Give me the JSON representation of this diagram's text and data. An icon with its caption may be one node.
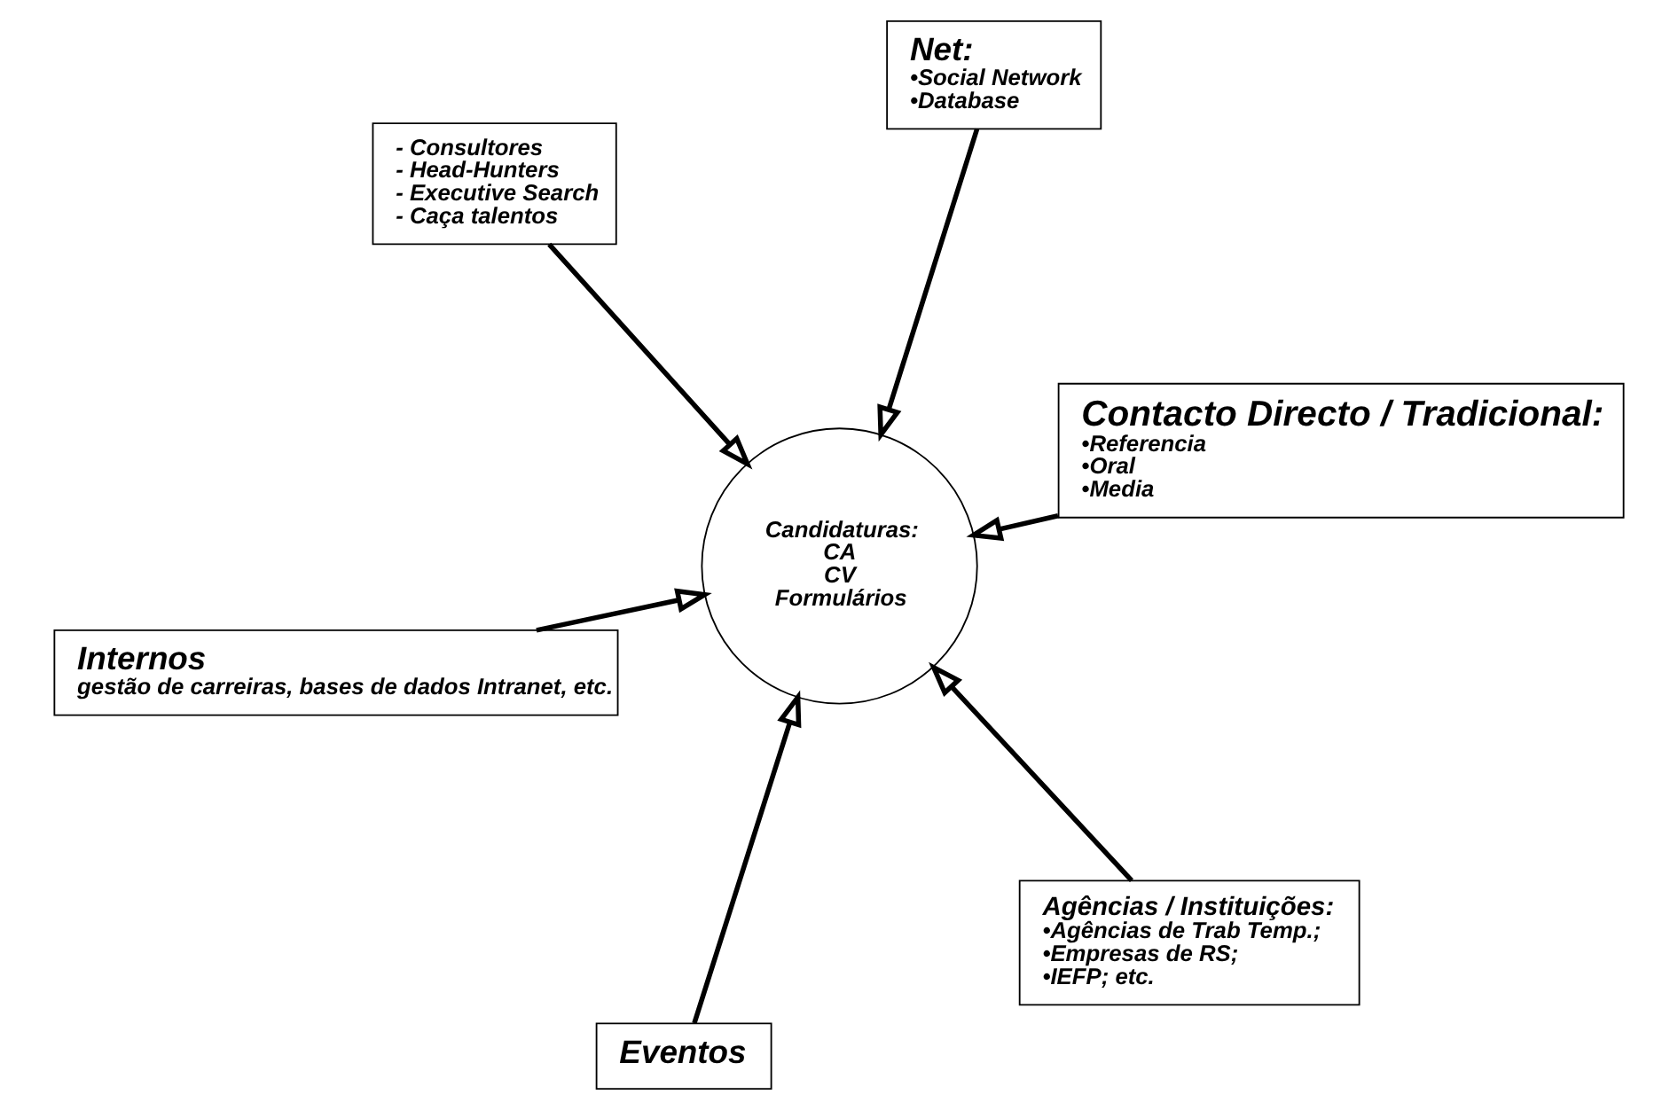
{
  "diagram": {
    "nodes": [
      {
        "text": [
          "Internos",
          "gestão de carreiras, bases de dados Intranet, etc."
        ]
      },
      {
        "text": [
          "Agências / Instituições:",
          "•Agências de Trab Temp.;",
          "•Empresas de RS;",
          "•IEFP; etc."
        ]
      },
      {
        "text": [
          "Candidaturas:",
          "CA",
          "CV",
          "Formulários"
        ]
      },
      {
        "text": [
          "- Consultores",
          "- Head-Hunters",
          "- Executive Search",
          "- Caça talentos"
        ]
      },
      {
        "text": [
          "Contacto Directo / Tradicional:",
          "•Referencia",
          "•Oral",
          "•Media"
        ]
      },
      {
        "text": [
          "Net:",
          "•Social Network",
          "•Database"
        ]
      },
      {
        "text": [
          "Eventos"
        ]
      }
    ],
    "edges": [
      {
        "from": 0,
        "to": 2,
        "arrow": "to"
      },
      {
        "from": 1,
        "to": 2,
        "arrow": "to"
      },
      {
        "from": 3,
        "to": 2,
        "arrow": "to"
      },
      {
        "from": 4,
        "to": 2,
        "arrow": "to"
      },
      {
        "from": 6,
        "to": 2,
        "arrow": "to"
      },
      {
        "from": 5,
        "to": 2,
        "arrow": "to"
      }
    ]
  }
}
